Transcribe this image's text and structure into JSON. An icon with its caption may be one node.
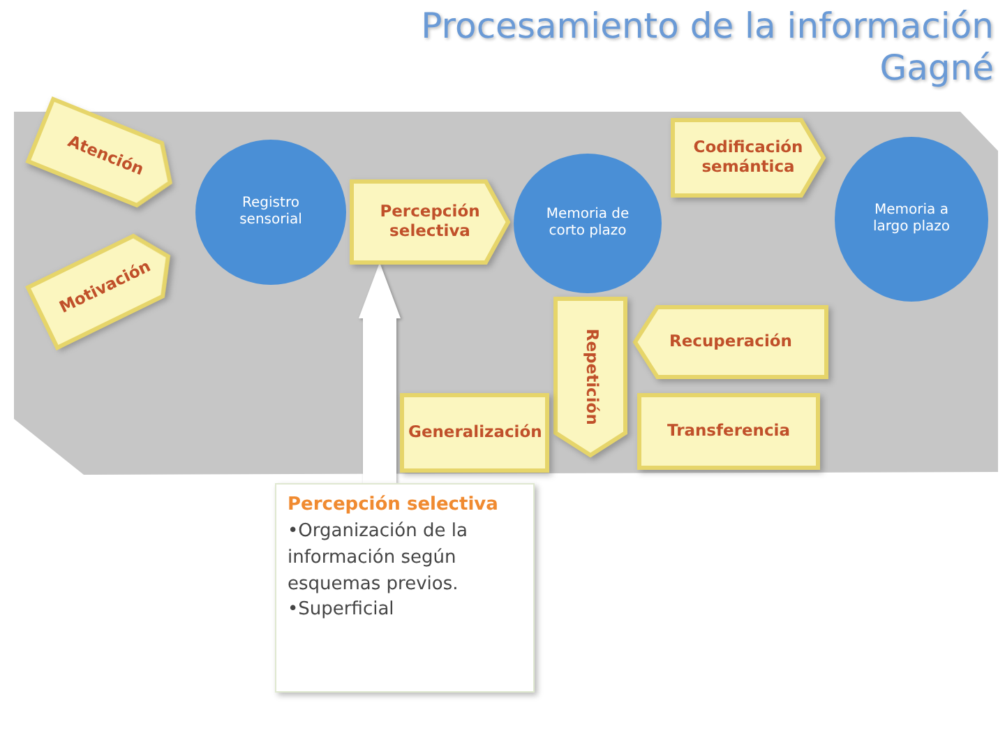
{
  "diagram": {
    "title": "Procesamiento de la información Gagné",
    "nodes": [
      {
        "text": [
          "Atención"
        ]
      },
      {
        "text": [
          "Motivación"
        ]
      },
      {
        "text": [
          "Registro sensorial"
        ]
      },
      {
        "text": [
          "Percepción selectiva"
        ]
      },
      {
        "text": [
          "Memoria de corto plazo"
        ]
      },
      {
        "text": [
          "Codificación semántica"
        ]
      },
      {
        "text": [
          "Memoria a largo plazo"
        ]
      },
      {
        "text": [
          "Recuperación"
        ]
      },
      {
        "text": [
          "Repetición"
        ]
      },
      {
        "text": [
          "Generalización"
        ]
      },
      {
        "text": [
          "Transferencia"
        ]
      },
      {
        "text": [
          "Percepción selectiva",
          "•Organización de la información según esquemas previos.",
          "•Superficial"
        ]
      }
    ],
    "edges": [
      {
        "from": 11,
        "to": 3,
        "arrow": "to"
      }
    ]
  }
}
